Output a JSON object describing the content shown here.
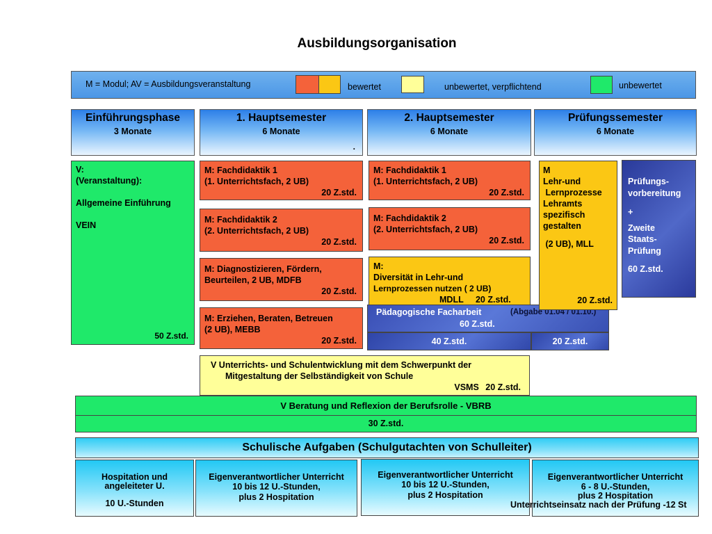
{
  "title": "Ausbildungsorganisation",
  "legend": {
    "abbrev": "M = Modul; AV = Ausbildungsveranstaltung",
    "graded": "bewertet",
    "ungraded_mandatory": "unbewertet, verpflichtend",
    "ungraded": "unbewertet",
    "colors": {
      "red": "#f4623a",
      "yellow": "#fbc714",
      "pale_yellow": "#ffff99",
      "green": "#1fe96a"
    }
  },
  "phases": [
    {
      "title": "Einführungsphase",
      "duration": "3 Monate"
    },
    {
      "title": "1. Hauptsemester",
      "duration": "6 Monate",
      "note": "."
    },
    {
      "title": "2. Hauptsemester",
      "duration": "6 Monate"
    },
    {
      "title": "Prüfungssemester",
      "duration": "6 Monate"
    }
  ],
  "intro": {
    "lines": [
      "V:",
      "(Veranstaltung):",
      "",
      "Allgemeine Einführung",
      "",
      "VEIN"
    ],
    "hours": "50 Z.std."
  },
  "sem1": [
    {
      "lines": [
        "M: Fachdidaktik 1",
        "(1. Unterrichtsfach, 2 UB)"
      ],
      "hours": "20 Z.std."
    },
    {
      "lines": [
        "M: Fachdidaktik 2",
        "(2. Unterrichtsfach, 2 UB)"
      ],
      "hours": "20 Z.std."
    },
    {
      "lines": [
        "M: Diagnostizieren, Fördern,",
        "Beurteilen, 2 UB, MDFB"
      ],
      "hours": "20 Z.std."
    },
    {
      "lines": [
        "M: Erziehen, Beraten, Betreuen",
        "(2 UB), MEBB"
      ],
      "hours": "20 Z.std."
    }
  ],
  "sem2": [
    {
      "lines": [
        "M: Fachdidaktik 1",
        "(1. Unterrichtsfach, 2 UB)"
      ],
      "hours": "20 Z.std."
    },
    {
      "lines": [
        "M: Fachdidaktik 2",
        "(2. Unterrichtsfach, 2 UB)"
      ],
      "hours": "20 Z.std."
    },
    {
      "lines": [
        "M:",
        "Diversität in Lehr-und",
        "Lernprozessen nutzen ( 2 UB)"
      ],
      "code": "MDLL",
      "hours": "20 Z.std."
    }
  ],
  "facharbeit": {
    "title": "Pädagogische Facharbeit",
    "note": "(Abgabe 01.04 / 01.10.)",
    "hours": "60 Z.std.",
    "split_a": "40 Z.std.",
    "split_b": "20 Z.std."
  },
  "exam_module": {
    "lines": [
      "M",
      "Lehr-und",
      " Lernprozesse",
      "Lehramts",
      "spezifisch",
      "gestalten",
      "",
      " (2 UB), MLL"
    ],
    "hours": "20 Z.std."
  },
  "exam_prep": {
    "lines": [
      "Prüfungs-",
      "vorbereitung",
      "",
      "+",
      "",
      "Zweite",
      "Staats-",
      "Prüfung",
      "",
      "60 Z.std."
    ]
  },
  "vsms": {
    "line1": "V Unterrichts- und Schulentwicklung mit dem Schwerpunkt der",
    "line2": "Mitgestaltung der Selbständigkeit von Schule",
    "code": "VSMS",
    "hours": "20 Z.std."
  },
  "vbrb": {
    "title": "V Beratung und Reflexion der Berufsrolle  - VBRB",
    "hours": "30 Z.std."
  },
  "school": {
    "title": "Schulische Aufgaben (Schulgutachten von Schulleiter)",
    "boxes": [
      {
        "lines": [
          "Hospitation und",
          "angeleiteter U.",
          "",
          "10 U.-Stunden"
        ]
      },
      {
        "lines": [
          "Eigenverantwortlicher Unterricht",
          "10 bis 12 U.-Stunden,",
          "plus 2 Hospitation"
        ]
      },
      {
        "lines": [
          "Eigenverantwortlicher Unterricht",
          "10 bis 12 U.-Stunden,",
          "plus 2 Hospitation"
        ]
      },
      {
        "lines": [
          "Eigenverantwortlicher Unterricht",
          "6 - 8 U.-Stunden,",
          "plus 2 Hospitation",
          "Unterrichtseinsatz nach der Prüfung -12 St"
        ]
      }
    ]
  }
}
